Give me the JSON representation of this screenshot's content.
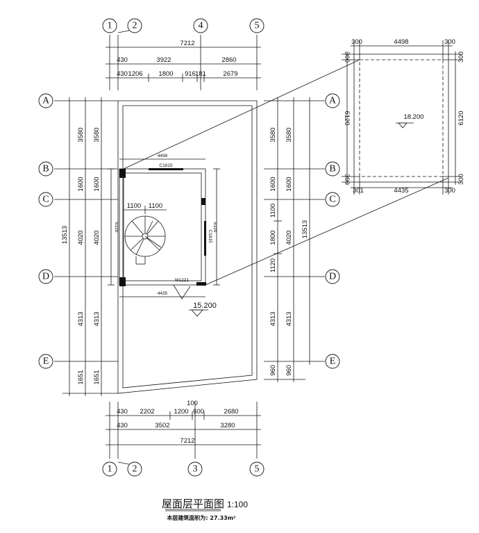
{
  "axes": {
    "top": [
      "1",
      "2",
      "4",
      "5"
    ],
    "bottom": [
      "1",
      "2",
      "3",
      "5"
    ],
    "letters": [
      "A",
      "B",
      "C",
      "D",
      "E"
    ]
  },
  "top_dims": {
    "overall": "7212",
    "row2": [
      "430",
      "3922",
      "2860"
    ],
    "row3": [
      "430",
      "1206",
      "1800",
      "916",
      "181",
      "2679"
    ]
  },
  "bottom_dims": {
    "row1": [
      "430",
      "2202",
      "1200",
      "600",
      "2680"
    ],
    "extra": "100",
    "row2": [
      "430",
      "3502",
      "3280"
    ],
    "overall": "7212"
  },
  "left_dims": {
    "outer": "13513",
    "mid": [
      "3580",
      "1600",
      "4020",
      "4313",
      "1651"
    ],
    "inner": [
      "3580",
      "1600",
      "4020",
      "4313",
      "1651"
    ]
  },
  "right_dims": {
    "inner": [
      "3580",
      "1600",
      "1100",
      "1800",
      "1120",
      "4313",
      "960"
    ],
    "mid": [
      "3580",
      "1600",
      "4020",
      "4313",
      "960"
    ],
    "outer": "13513"
  },
  "room": {
    "width_top": "4498",
    "width_bottom": "4435",
    "height_left": "6120",
    "height_right": "6120",
    "stair_dims": [
      "1100",
      "1100"
    ],
    "window_top": "C1815",
    "window_right": "C1815",
    "door": "M1221",
    "elevation": "15.200"
  },
  "detail": {
    "top": [
      "300",
      "4498",
      "300"
    ],
    "bottom": [
      "301",
      "4435",
      "300"
    ],
    "left": [
      "300",
      "6120",
      "300"
    ],
    "right": [
      "300",
      "6120",
      "300"
    ],
    "elevation": "18.200"
  },
  "caption": {
    "title": "屋面层平面图",
    "scale": "1:100",
    "area": "本层建筑面积为: 27.33m²"
  }
}
